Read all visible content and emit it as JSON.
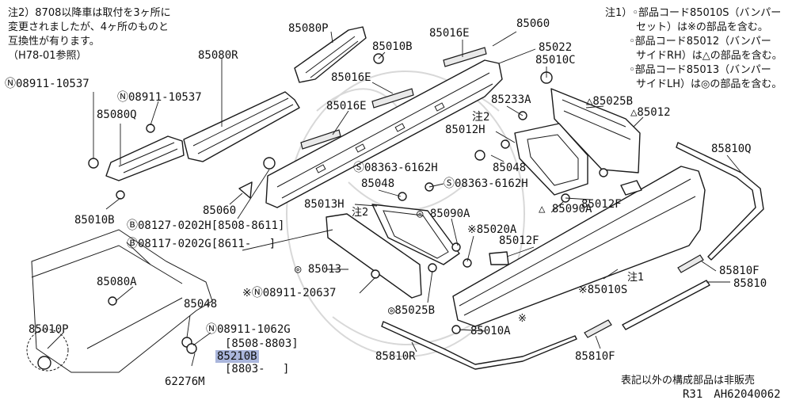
{
  "notes": {
    "note2_lines": [
      "注2）8708以降車は取付を3ヶ所に",
      "変更されましたが、4ヶ所のものと",
      "互換性が有ります。",
      "（H78-01参照）"
    ],
    "note1_lines": [
      "注1）◦部品コード85010S（バンパー",
      "　　　セット）は※の部品を含む。",
      "　　 ◦部品コード85012（バンパー",
      "　　　サイドRH）は△の部品を含む。",
      "　　 ◦部品コード85013（バンパー",
      "　　　サイドLH）は◎の部品を含む。"
    ],
    "footer_note": "表記以外の構成部品は非販売",
    "figure_ref": "R31　AH62040062",
    "tag_note1": "注1",
    "tag_note2_a": "注2",
    "tag_note2_b": "注2",
    "tag_asterisk": "※"
  },
  "labels": {
    "p85080P": "85080P",
    "p85010B_top": "85010B",
    "p85016E_top": "85016E",
    "p85060_top": "85060",
    "p85022": "85022",
    "p85010C": "85010C",
    "p85080R": "85080R",
    "p85016E_mid": "85016E",
    "n08911_10537_a": "Ⓝ08911-10537",
    "n08911_10537_b": "Ⓝ08911-10537",
    "p85080Q": "85080Q",
    "p85016E_low": "85016E",
    "p85233A": "85233A",
    "p85025B_tri": "△85025B",
    "p85012_tri": "△85012",
    "note2_85012H": "注2",
    "p85012H": "85012H",
    "s08363_a": "Ⓢ08363-6162H",
    "p85048_right": "85048",
    "p85810Q": "85810Q",
    "p85048_mid": "85048",
    "s08363_b": "Ⓢ08363-6162H",
    "p85010B_left": "85010B",
    "p85060_left": "85060",
    "b08127": "Ⓑ08127-0202H[8508-8611]",
    "p85013H": "85013H",
    "p85012F_a": "85012F",
    "p85090A_circ": "◎ 85090A",
    "p85090A_tri": "△ 85090A",
    "b08117": "Ⓑ08117-0202G[8611-　 ]",
    "p85020A": "※85020A",
    "p85012F_b": "85012F",
    "p85080A": "85080A",
    "p85013": "◎ 85013",
    "p85810F_a": "85810F",
    "p85810": "85810",
    "n08911_20637": "※Ⓝ08911-20637",
    "p85010S": "※85010S",
    "p85048_low": "85048",
    "p85025B_circ": "◎85025B",
    "p85010P": "85010P",
    "n08911_1062G": "Ⓝ08911-1062G",
    "range_8508_8803": "[8508-8803]",
    "p85210B": "85210B",
    "range_8803": "[8803-　 ]",
    "p85010A": "85010A",
    "p85810R": "85810R",
    "p85810F_b": "85810F",
    "p62276M": "62276M"
  },
  "colors": {
    "highlight": "#aab6dc",
    "line": "#1a1a1a",
    "watermark": "#d8d8d8"
  }
}
